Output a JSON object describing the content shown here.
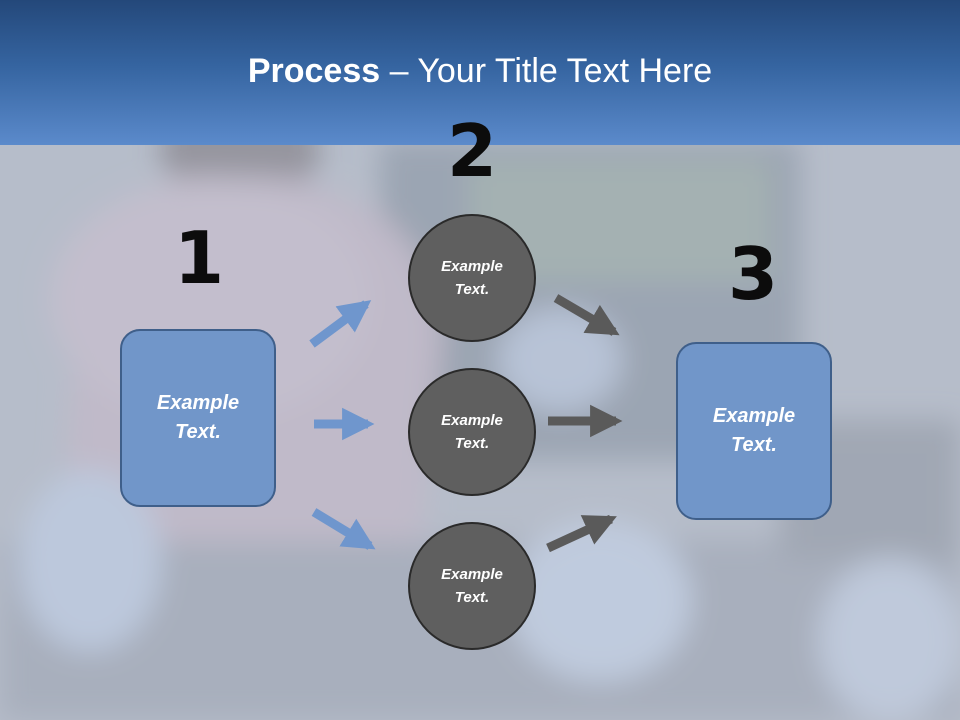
{
  "header": {
    "title_bold": "Process",
    "title_rest": " – Your Title Text Here"
  },
  "steps": {
    "one": "1",
    "two": "2",
    "three": "3"
  },
  "nodes": {
    "left_box": "Example Text.",
    "circle_top": "Example Text.",
    "circle_middle": "Example Text.",
    "circle_bottom": "Example Text.",
    "right_box": "Example Text."
  },
  "colors": {
    "header_dark": "#24487a",
    "header_light": "#5b8acb",
    "box_fill": "#7196c9",
    "circle_fill": "#5f5f5f",
    "blue_arrow": "#6f96cd",
    "gray_arrow": "#5a5a5a"
  }
}
